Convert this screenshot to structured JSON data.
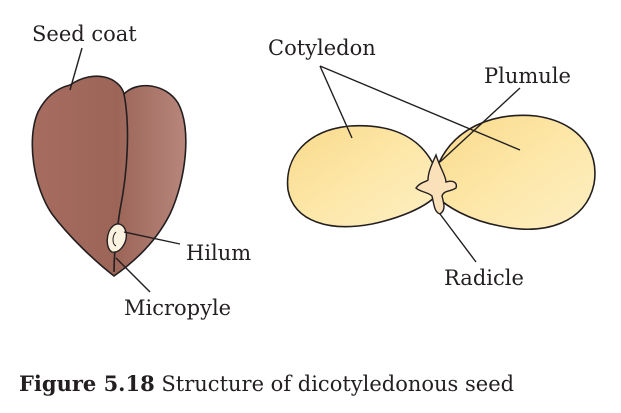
{
  "labels": {
    "seed_coat": "Seed coat",
    "hilum": "Hilum",
    "micropyle": "Micropyle",
    "cotyledon": "Cotyledon",
    "plumule": "Plumule",
    "radicle": "Radicle"
  },
  "caption": {
    "figure_number": "Figure 5.18",
    "text": "Structure of dicotyledonous seed"
  },
  "colors": {
    "seed_coat_dark": "#9a6458",
    "seed_coat_light": "#b88a80",
    "cotyledon_fill": "#fbe39b",
    "cotyledon_light": "#fdf1c4",
    "embryo_axis": "#fbe1b9",
    "outline": "#231f20"
  }
}
